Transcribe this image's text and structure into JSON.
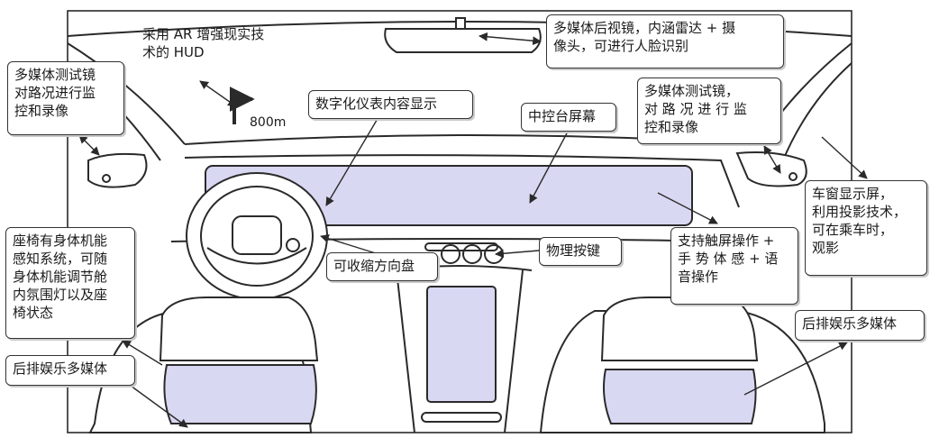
{
  "colors": {
    "line": "#2a2a2a",
    "screen_fill": "#d9d8f2",
    "callout_border": "#333333",
    "background": "#ffffff"
  },
  "hud": {
    "label": "采用 AR 增强现实技\n术的 HUD",
    "nav_distance": "800m",
    "nav_icon": "turn-right-arrow-icon"
  },
  "callouts": {
    "mirror": "多媒体后视镜，内涵雷达 + 摄\n像头，可进行人脸识别",
    "left_side_camera": "多媒体测试镜\n对路况进行监\n控和录像",
    "right_side_camera": "多媒体测试镜，\n对 路 况 进 行 监\n控和录像",
    "instrument": "数字化仪表内容显示",
    "center_screen": "中控台屏幕",
    "window_display": "车窗显示屏，\n利用投影技术，\n可在乘车时，\n观影",
    "seat_sensing": "座椅有身体机能\n感知系统，可随\n身体机能调节舱\n内氛围灯以及座\n椅状态",
    "rear_left": "后排娱乐多媒体",
    "steering": "可收缩方向盘",
    "buttons": "物理按键",
    "touch": "支持触屏操作 +\n手 势 体 感 + 语\n音操作",
    "rear_right": "后排娱乐多媒体"
  }
}
